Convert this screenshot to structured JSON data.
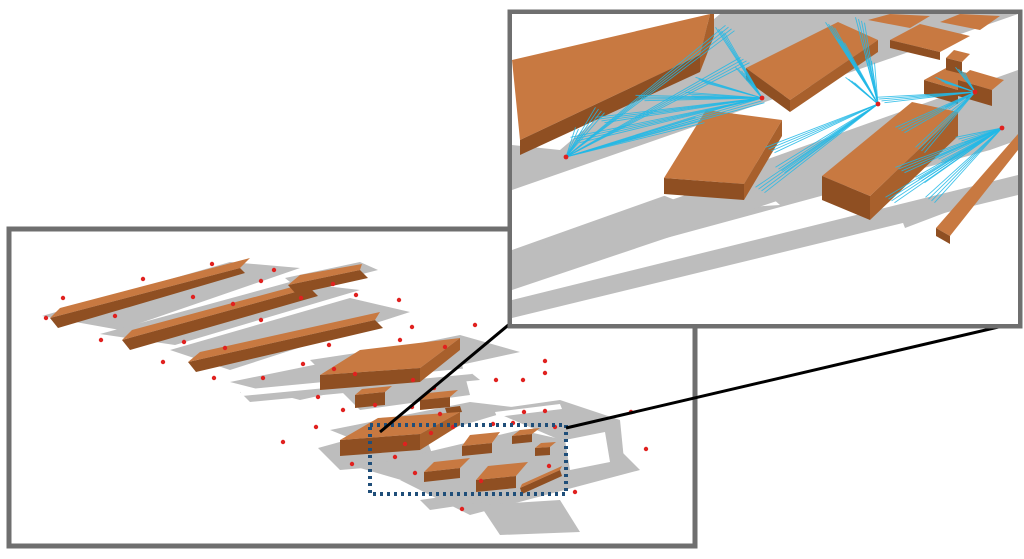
{
  "figure": {
    "overview_panel": {
      "name": "overview-map",
      "bounded": true
    },
    "zoom_panel": {
      "name": "zoom-detail",
      "bounded": true
    },
    "highlight_box": {
      "style": "dotted",
      "color": "#1f4e79"
    },
    "colors": {
      "building_top": "#c87941",
      "building_side": "#8f4f22",
      "ground": "#bdbdbd",
      "receiver": "#e0211f",
      "ray": "#22b8e6",
      "frame": "#6f6f6f"
    },
    "receiver_count_overview": 55,
    "receiver_count_zoom": 5
  }
}
